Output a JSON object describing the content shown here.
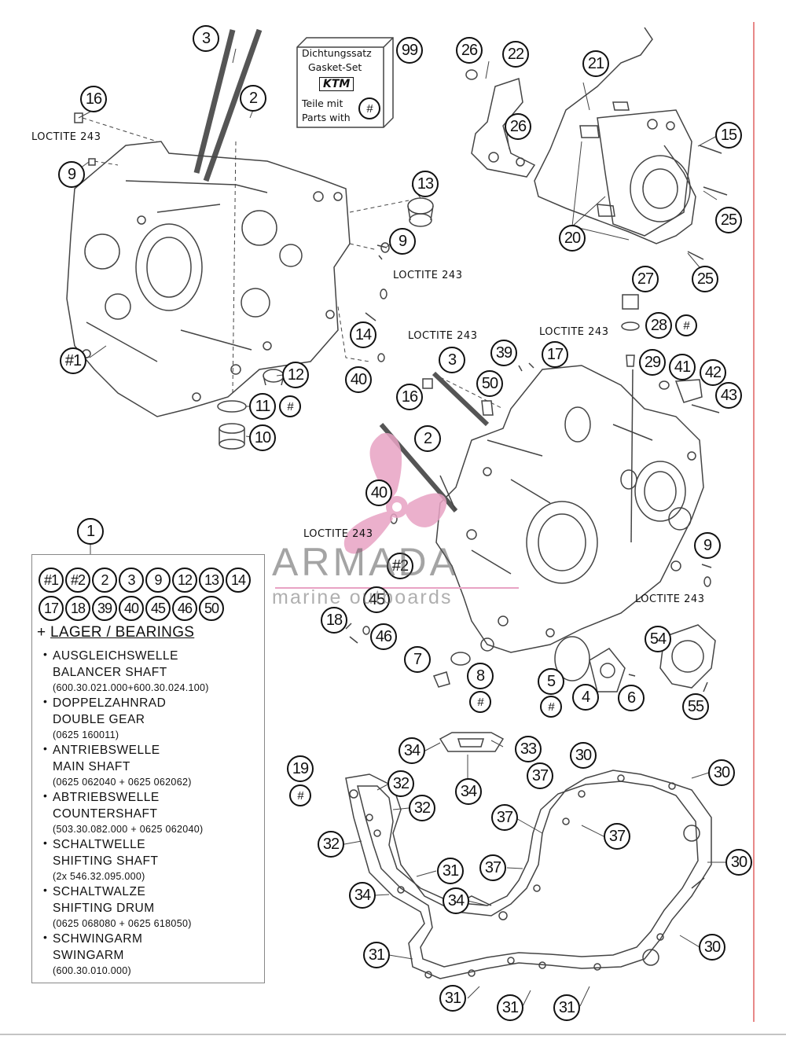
{
  "gasket_set": {
    "title_de": "Dichtungssatz",
    "title_en": "Gasket-Set",
    "brand": "KTM",
    "parts_de": "Teile mit",
    "parts_en": "Parts with",
    "symbol": "#"
  },
  "loctite_label": "LOCTITE 243",
  "callouts": [
    {
      "id": "c3a",
      "label": "3"
    },
    {
      "id": "c2a",
      "label": "2"
    },
    {
      "id": "c16a",
      "label": "16"
    },
    {
      "id": "c9a",
      "label": "9"
    },
    {
      "id": "c99",
      "label": "99"
    },
    {
      "id": "c26a",
      "label": "26"
    },
    {
      "id": "c22",
      "label": "22"
    },
    {
      "id": "c21",
      "label": "21"
    },
    {
      "id": "c26b",
      "label": "26"
    },
    {
      "id": "c15",
      "label": "15"
    },
    {
      "id": "c25a",
      "label": "25"
    },
    {
      "id": "c20",
      "label": "20"
    },
    {
      "id": "c25b",
      "label": "25"
    },
    {
      "id": "c13",
      "label": "13"
    },
    {
      "id": "c9b",
      "label": "9"
    },
    {
      "id": "c14",
      "label": "14"
    },
    {
      "id": "c1h",
      "label": "#1"
    },
    {
      "id": "c12",
      "label": "12"
    },
    {
      "id": "c11",
      "label": "11"
    },
    {
      "id": "c11h",
      "label": "#"
    },
    {
      "id": "c10",
      "label": "10"
    },
    {
      "id": "c40a",
      "label": "40"
    },
    {
      "id": "c3b",
      "label": "3"
    },
    {
      "id": "c39",
      "label": "39"
    },
    {
      "id": "c17",
      "label": "17"
    },
    {
      "id": "c27",
      "label": "27"
    },
    {
      "id": "c28",
      "label": "28"
    },
    {
      "id": "c28h",
      "label": "#"
    },
    {
      "id": "c29",
      "label": "29"
    },
    {
      "id": "c41",
      "label": "41"
    },
    {
      "id": "c42",
      "label": "42"
    },
    {
      "id": "c43",
      "label": "43"
    },
    {
      "id": "c16b",
      "label": "16"
    },
    {
      "id": "c50",
      "label": "50"
    },
    {
      "id": "c2b",
      "label": "2"
    },
    {
      "id": "c40b",
      "label": "40"
    },
    {
      "id": "c9c",
      "label": "9"
    },
    {
      "id": "c2h",
      "label": "#2"
    },
    {
      "id": "c45",
      "label": "45"
    },
    {
      "id": "c18",
      "label": "18"
    },
    {
      "id": "c46",
      "label": "46"
    },
    {
      "id": "c7",
      "label": "7"
    },
    {
      "id": "c8",
      "label": "8"
    },
    {
      "id": "c8h",
      "label": "#"
    },
    {
      "id": "c5",
      "label": "5"
    },
    {
      "id": "c5h",
      "label": "#"
    },
    {
      "id": "c4",
      "label": "4"
    },
    {
      "id": "c6",
      "label": "6"
    },
    {
      "id": "c54",
      "label": "54"
    },
    {
      "id": "c55",
      "label": "55"
    },
    {
      "id": "c1",
      "label": "1"
    },
    {
      "id": "c19",
      "label": "19"
    },
    {
      "id": "c19h",
      "label": "#"
    },
    {
      "id": "c34a",
      "label": "34"
    },
    {
      "id": "c33",
      "label": "33"
    },
    {
      "id": "c34b",
      "label": "34"
    },
    {
      "id": "c30a",
      "label": "30"
    },
    {
      "id": "c30b",
      "label": "30"
    },
    {
      "id": "c37a",
      "label": "37"
    },
    {
      "id": "c32a",
      "label": "32"
    },
    {
      "id": "c32b",
      "label": "32"
    },
    {
      "id": "c37b",
      "label": "37"
    },
    {
      "id": "c37c",
      "label": "37"
    },
    {
      "id": "c32c",
      "label": "32"
    },
    {
      "id": "c30c",
      "label": "30"
    },
    {
      "id": "c31a",
      "label": "31"
    },
    {
      "id": "c37d",
      "label": "37"
    },
    {
      "id": "c34c",
      "label": "34"
    },
    {
      "id": "c34d",
      "label": "34"
    },
    {
      "id": "c30d",
      "label": "30"
    },
    {
      "id": "c31b",
      "label": "31"
    },
    {
      "id": "c31c",
      "label": "31"
    },
    {
      "id": "c31d",
      "label": "31"
    },
    {
      "id": "c31e",
      "label": "31"
    }
  ],
  "legend": {
    "row1": [
      "#1",
      "#2",
      "2",
      "3",
      "9",
      "12",
      "13",
      "14"
    ],
    "row2": [
      "17",
      "18",
      "39",
      "40",
      "45",
      "46",
      "50"
    ],
    "plus": "+",
    "title": "LAGER / BEARINGS",
    "bearings": [
      {
        "name_de": "AUSGLEICHSWELLE",
        "name_en": "BALANCER SHAFT",
        "part": "(600.30.021.000+600.30.024.100)"
      },
      {
        "name_de": "DOPPELZAHNRAD",
        "name_en": "DOUBLE GEAR",
        "part": "(0625 160011)"
      },
      {
        "name_de": "ANTRIEBSWELLE",
        "name_en": "MAIN SHAFT",
        "part": "(0625 062040 + 0625 062062)"
      },
      {
        "name_de": "ABTRIEBSWELLE",
        "name_en": "COUNTERSHAFT",
        "part": "(503.30.082.000 + 0625 062040)"
      },
      {
        "name_de": "SCHALTWELLE",
        "name_en": "SHIFTING SHAFT",
        "part": "(2x 546.32.095.000)"
      },
      {
        "name_de": "SCHALTWALZE",
        "name_en": "SHIFTING DRUM",
        "part": "(0625 068080 + 0625 618050)"
      },
      {
        "name_de": "SCHWINGARM",
        "name_en": "SWINGARM",
        "part": "(600.30.010.000)"
      }
    ]
  },
  "watermark": {
    "brand": "ARMADA",
    "subtitle": "marine outboards"
  },
  "colors": {
    "ink": "#111111",
    "line": "#444444",
    "watermark_pink": "#e8a3c4",
    "border_red": "#e06060"
  }
}
